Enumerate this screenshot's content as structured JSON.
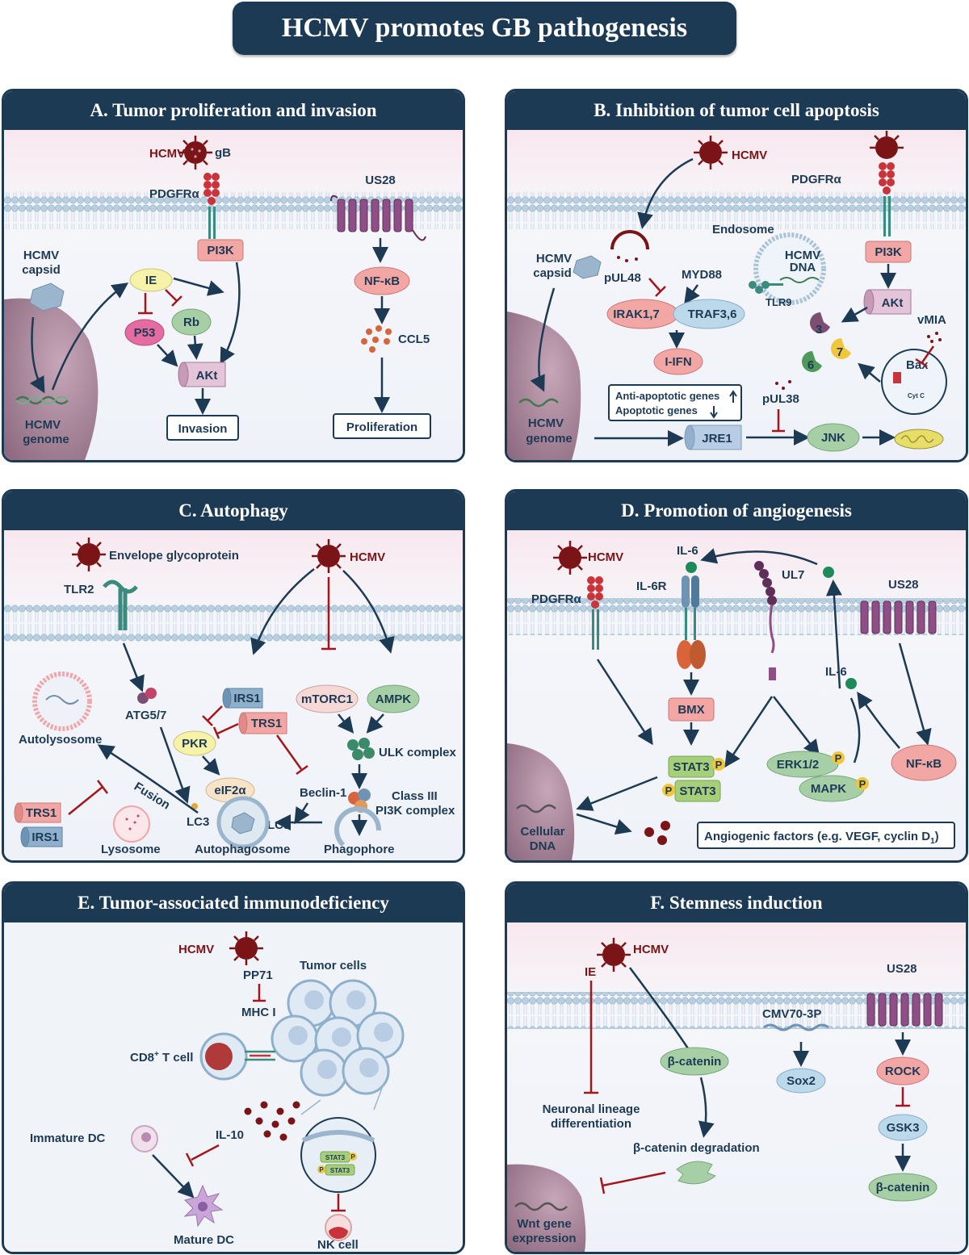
{
  "title": "HCMV promotes GB pathogenesis",
  "panels": {
    "a": {
      "title": "A. Tumor proliferation and invasion",
      "labels": {
        "hcmv": "HCMV",
        "gb": "gB",
        "pdgfra": "PDGFRα",
        "us28": "US28",
        "capsid1": "HCMV",
        "capsid2": "capsid",
        "pi3k": "PI3K",
        "ie": "IE",
        "nfkb": "NF-κB",
        "p53": "P53",
        "rb": "Rb",
        "akt": "AKt",
        "ccl5": "CCL5",
        "genome1": "HCMV",
        "genome2": "genome",
        "invasion": "Invasion",
        "proliferation": "Proliferation"
      }
    },
    "b": {
      "title": "B. Inhibition of tumor cell apoptosis",
      "labels": {
        "hcmv": "HCMV",
        "pdgfra": "PDGFRα",
        "endosome": "Endosome",
        "capsid1": "HCMV",
        "capsid2": "capsid",
        "pul48": "pUL48",
        "myd88": "MYD88",
        "dna1": "HCMV",
        "dna2": "DNA",
        "tlr9": "TLR9",
        "pi3k": "PI3K",
        "irak": "IRAK1,7",
        "traf": "TRAF3,6",
        "akt": "AKt",
        "vmia": "vMIA",
        "c3": "3",
        "c6": "6",
        "c7": "7",
        "iifn": "I-IFN",
        "bax": "Bax",
        "cytc": "Cyt C",
        "antiapop": "Anti-apoptotic genes",
        "apop": "Apoptotic genes",
        "pul38": "pUL38",
        "genome1": "HCMV",
        "genome2": "genome",
        "jre1": "JRE1",
        "jnk": "JNK"
      }
    },
    "c": {
      "title": "C. Autophagy",
      "labels": {
        "envelope": "Envelope glycoprotein",
        "hcmv": "HCMV",
        "tlr2": "TLR2",
        "irs1": "IRS1",
        "trs1": "TRS1",
        "mtorc1": "mTORC1",
        "ampk": "AMPK",
        "atg": "ATG5/7",
        "pkr": "PKR",
        "ulk": "ULK complex",
        "autolysosome": "Autolysosome",
        "eif2a": "eIF2α",
        "beclin": "Beclin-1",
        "class3a": "Class III",
        "class3b": "PI3K complex",
        "fusion": "Fusion",
        "lc3a": "LC3",
        "lc3b": "LC3",
        "trs1b": "TRS1",
        "irs1b": "IRS1",
        "lysosome": "Lysosome",
        "autophagosome": "Autophagosome",
        "phagophore": "Phagophore"
      }
    },
    "d": {
      "title": "D. Promotion of angiogenesis",
      "labels": {
        "hcmv": "HCMV",
        "il6a": "IL-6",
        "il6r": "IL-6R",
        "ul7": "UL7",
        "us28": "US28",
        "pdgfra": "PDGFRα",
        "il6b": "IL-6",
        "bmx": "BMX",
        "stat3a": "STAT3",
        "stat3b": "STAT3",
        "p": "P",
        "erk": "ERK1/2",
        "mapk": "MAPK",
        "nfkb": "NF-κB",
        "dna1": "Cellular",
        "dna2": "DNA",
        "angio": "Angiogenic factors (e.g. VEGF, cyclin D",
        "angio_sub": "1",
        "angio_end": ")"
      }
    },
    "e": {
      "title": "E. Tumor-associated immunodeficiency",
      "labels": {
        "hcmv": "HCMV",
        "tumor": "Tumor cells",
        "pp71": "PP71",
        "mhc": "MHC I",
        "cd8": "CD8",
        "cd8sup": "+",
        "cd8end": " T cell",
        "immature": "Immature DC",
        "il10": "IL-10",
        "stat3a": "STAT3",
        "stat3b": "STAT3",
        "p": "P",
        "mature": "Mature DC",
        "nk": "NK cell"
      }
    },
    "f": {
      "title": "F. Stemness induction",
      "labels": {
        "hcmv": "HCMV",
        "ie": "IE",
        "us28": "US28",
        "cmv70": "CMV70-3P",
        "neuronal1": "Neuronal lineage",
        "neuronal2": "differentiation",
        "bcat1": "β-catenin",
        "rock": "ROCK",
        "sox2": "Sox2",
        "gsk3": "GSK3",
        "bcatdeg": "β-catenin degradation",
        "bcat2": "β-catenin",
        "wnt1": "Wnt gene",
        "wnt2": "expression"
      }
    }
  },
  "colors": {
    "navy": "#1d3a55",
    "virus_red": "#7a1416",
    "membrane": "#a9c3d6",
    "pink_node": "#f3a7a4",
    "green_node": "#a7cfa6",
    "yellow_node": "#f6f2a8",
    "purple_receptor": "#8e4f86",
    "inhibit": "#a3171c"
  }
}
